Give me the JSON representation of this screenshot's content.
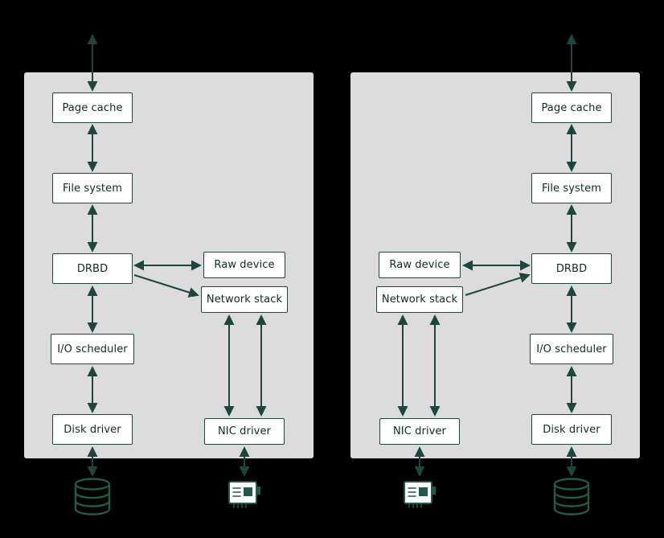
{
  "colors": {
    "background": "#000000",
    "panel": "#dcdcdc",
    "box_fill": "#ffffff",
    "accent": "#1d473d",
    "icon": "#215a4b",
    "text": "#0e2b24"
  },
  "panels": [
    {
      "name": "left-node",
      "page_cache": "Page cache",
      "file_system": "File system",
      "drbd": "DRBD",
      "io_scheduler": "I/O scheduler",
      "disk_driver": "Disk driver",
      "raw_device": "Raw device",
      "network_stack": "Network stack",
      "nic_driver": "NIC driver"
    },
    {
      "name": "right-node",
      "page_cache": "Page cache",
      "file_system": "File system",
      "drbd": "DRBD",
      "io_scheduler": "I/O scheduler",
      "disk_driver": "Disk driver",
      "raw_device": "Raw device",
      "network_stack": "Network stack",
      "nic_driver": "NIC driver"
    }
  ],
  "icons": [
    {
      "name": "disk-icon",
      "node": "left-node"
    },
    {
      "name": "nic-card-icon",
      "node": "left-node"
    },
    {
      "name": "nic-card-icon",
      "node": "right-node"
    },
    {
      "name": "disk-icon",
      "node": "right-node"
    }
  ],
  "connections": [
    {
      "node": "both",
      "from": "offscreen-top",
      "to": "page_cache",
      "arrow": "double"
    },
    {
      "node": "both",
      "from": "page_cache",
      "to": "file_system",
      "arrow": "double"
    },
    {
      "node": "both",
      "from": "file_system",
      "to": "drbd",
      "arrow": "double"
    },
    {
      "node": "both",
      "from": "drbd",
      "to": "io_scheduler",
      "arrow": "double"
    },
    {
      "node": "both",
      "from": "io_scheduler",
      "to": "disk_driver",
      "arrow": "double"
    },
    {
      "node": "both",
      "from": "disk_driver",
      "to": "disk-icon",
      "arrow": "double"
    },
    {
      "node": "both",
      "from": "drbd",
      "to": "raw_device",
      "arrow": "double"
    },
    {
      "node": "left-node",
      "from": "drbd",
      "to": "network_stack",
      "arrow": "single"
    },
    {
      "node": "right-node",
      "from": "network_stack",
      "to": "drbd",
      "arrow": "single"
    },
    {
      "node": "both",
      "from": "network_stack",
      "to": "nic_driver",
      "arrow": "double",
      "lines": 2
    },
    {
      "node": "both",
      "from": "nic_driver",
      "to": "nic-card-icon",
      "arrow": "double"
    }
  ]
}
